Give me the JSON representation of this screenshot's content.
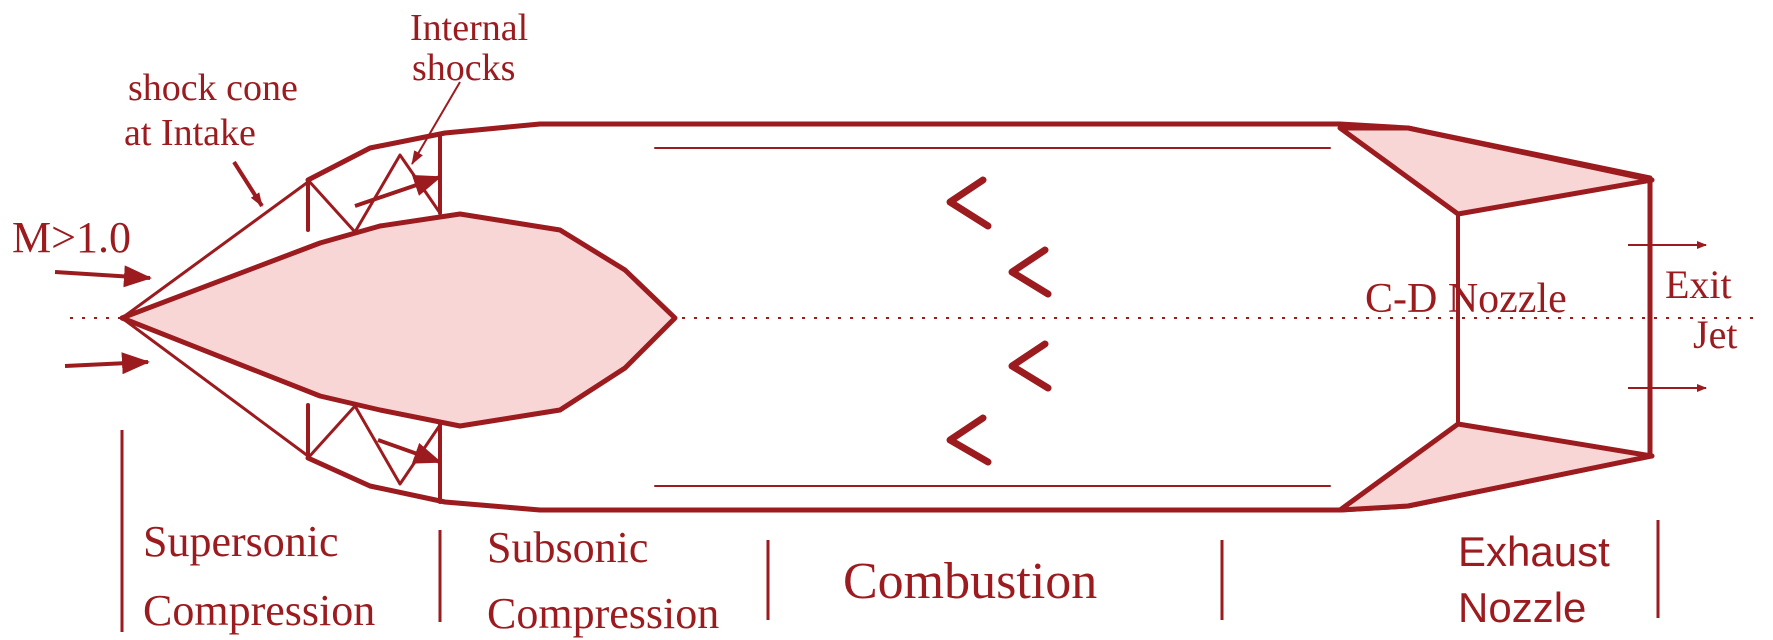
{
  "colors": {
    "primary": "#9b1b1f",
    "fill": "#f9d6d6",
    "background": "#ffffff"
  },
  "labels": {
    "mach": "M>1.0",
    "shock_cone": [
      "shock cone",
      "at Intake"
    ],
    "internal_shocks": [
      "Internal",
      "shocks"
    ],
    "cd_nozzle": "C-D Nozzle",
    "exit_jet": [
      "Exit",
      "Jet"
    ]
  },
  "sections": {
    "supersonic": [
      "Supersonic",
      "Compression"
    ],
    "subsonic": [
      "Subsonic",
      "Compression"
    ],
    "combustion": "Combustion",
    "exhaust": [
      "Exhaust",
      "Nozzle"
    ]
  },
  "flame_holder_icon": "chevron-left-icon"
}
